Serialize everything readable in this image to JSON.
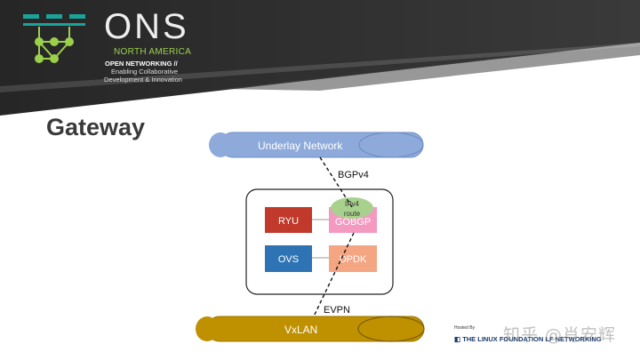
{
  "logo": {
    "name": "ONS",
    "region": "NORTH AMERICA",
    "tagline1": "OPEN NETWORKING //",
    "tagline2": "Enabling Collaborative",
    "tagline3": "Development & Innovation"
  },
  "slide": {
    "title": "Gateway"
  },
  "diagram": {
    "underlay_label": "Underlay Network",
    "bgp_label": "BGPv4",
    "ryu_label": "RYU",
    "gobgp_label": "GOBGP",
    "ipv4_route_line1": "IPv4",
    "ipv4_route_line2": "route",
    "ovs_label": "OVS",
    "dpdk_label": "DPDK",
    "evpn_label": "EVPN",
    "vxlan_label": "VxLAN"
  },
  "footer": {
    "hosted_by": "Hosted By",
    "linux_foundation": "THE LINUX FOUNDATION",
    "lf_networking": "LF NETWORKING",
    "watermark": "知乎 @肖安辉"
  },
  "colors": {
    "banner_dark": "#2b2b2b",
    "accent_teal": "#1aa39a",
    "accent_green": "#9bd14a",
    "underlay_blue": "#8eaadb",
    "vxlan_gold": "#bf9000",
    "ryu_red": "#c0392b",
    "gobgp_pink": "#f49ac1",
    "ovs_blue": "#2e74b5",
    "dpdk_orange": "#f4a582",
    "route_green": "#a9d18e"
  }
}
